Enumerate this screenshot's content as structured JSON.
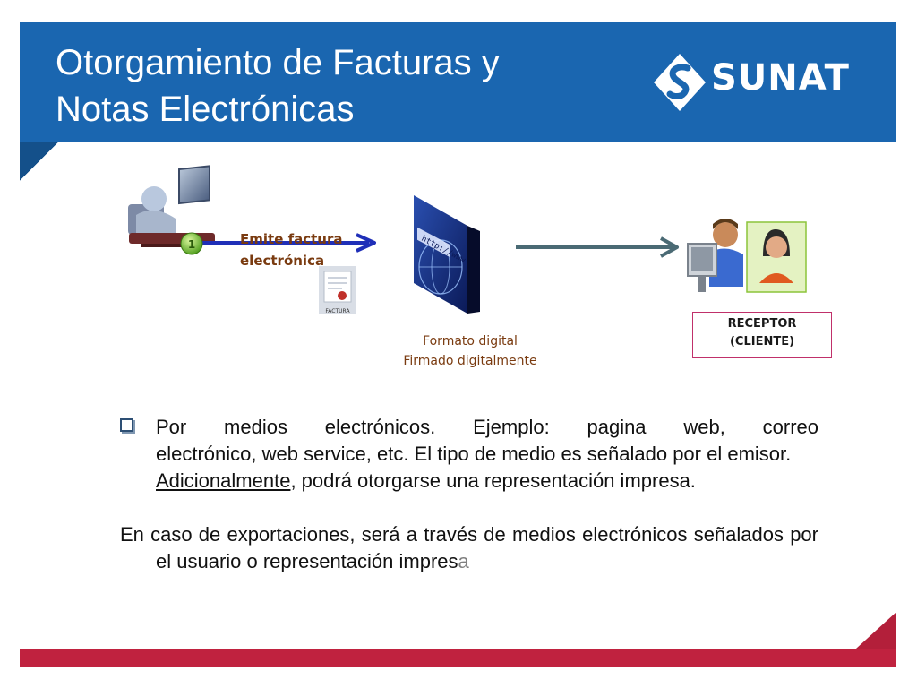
{
  "header": {
    "title_line1": "Otorgamiento de Facturas y",
    "title_line2": "Notas Electrónicas",
    "logo_text": "SUNAT",
    "color": "#1a66b0"
  },
  "diagram": {
    "emitter_caption_line1": "Emite factura",
    "emitter_caption_line2": "electrónica",
    "step_number": "1",
    "document_icon_label": "FACTURA",
    "browser_url_text": "http://www",
    "format_caption_line1": "Formato  digital",
    "format_caption_line2": "Firmado digitalmente",
    "receptor_line1": "RECEPTOR",
    "receptor_line2": "(CLIENTE)"
  },
  "body": {
    "para1_line1": "Por medios electrónicos. Ejemplo: pagina web, correo",
    "para1_rest": "electrónico,  web service, etc. El tipo de medio es señalado por el emisor.",
    "para1_underlined": "Adicionalmente",
    "para1_after": ", podrá otorgarse una representación impresa.",
    "para2_main": "En caso de exportaciones, será a través de  medios electrónicos señalados por el usuario o representación impres",
    "para2_last": "a"
  },
  "colors": {
    "accent_blue": "#1a66b0",
    "footer_red": "#c0223f",
    "caption_brown": "#7a3b10",
    "receptor_border": "#c0306a"
  }
}
